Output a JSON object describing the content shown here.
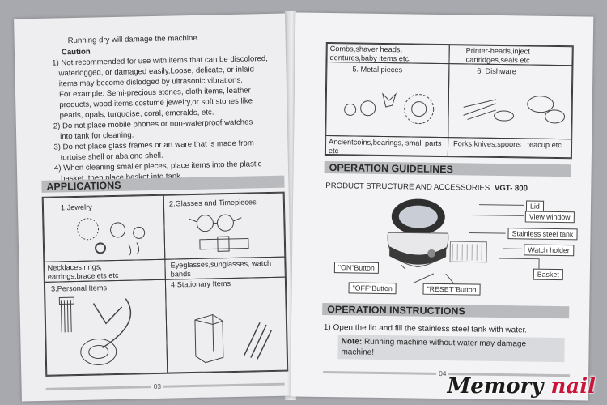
{
  "left_page": {
    "top_line": "Running dry will damage the machine.",
    "caution_title": "Caution",
    "caution_lines": [
      "1) Not recommended for use with items that can be discolored,",
      "   waterlogged, or damaged easily.Loose, delicate, or inlaid",
      "   items may become dislodged by ultrasonic vibrations.",
      "   For example: Semi-precious stones, cloth items, leather",
      "   products, wood items,costume jewelry,or soft stones like",
      "   pearls, opals, turquoise, coral, emeralds, etc.",
      "2) Do not place mobile phones or non-waterproof watches",
      "   into tank for cleaning.",
      "3) Do not place glass frames or art ware that is made from",
      "   tortoise shell or abalone shell.",
      "4) When cleaning smaller pieces, place items into the plastic",
      "   basket, then place basket into tank."
    ],
    "applications_heading": "APPLICATIONS",
    "cells": {
      "jewelry_title": "1.Jewelry",
      "glasses_title": "2.Glasses and Timepieces",
      "jewelry_caption": "Necklaces,rings, earrings,bracelets etc",
      "glasses_caption": "Eyeglasses,sunglasses, watch bands",
      "personal_title": "3.Personal Items",
      "stationary_title": "4.Stationary Items"
    },
    "page_number": "03"
  },
  "right_page": {
    "top_cells": {
      "combs_caption": "Combs,shaver heads, dentures,baby items etc.",
      "printer_caption": "Printer-heads,inject cartridges,seals etc",
      "metal_title": "5. Metal pieces",
      "dishware_title": "6. Dishware",
      "coins_caption": "Ancientcoins,bearings, small parts etc",
      "forks_caption": "Forks,knives,spoons . teacup etc."
    },
    "guidelines_heading": "OPERATION GUIDELINES",
    "product_line": "PRODUCT STRUCTURE AND ACCESSORIES",
    "model": "VGT- 800",
    "callouts": {
      "lid": "Lid",
      "view_window": "View window",
      "tank": "Stainless steel tank",
      "watch_holder": "Watch holder",
      "basket": "Basket",
      "on_button": "\"ON\"Button",
      "off_button": "\"OFF\"Button",
      "reset_button": "\"RESET\"Button"
    },
    "instructions_heading": "OPERATION INSTRUCTIONS",
    "step1": "1) Open the lid and fill the stainless steel tank with water.",
    "note_label": "Note:",
    "note_text": " Running machine without water may damage",
    "note_text2": "machine!",
    "page_number": "04"
  },
  "watermark": {
    "part1": "Memory ",
    "part2": "nail"
  },
  "colors": {
    "heading_bar": "#b9babd",
    "brand_accent": "#c8163a"
  }
}
